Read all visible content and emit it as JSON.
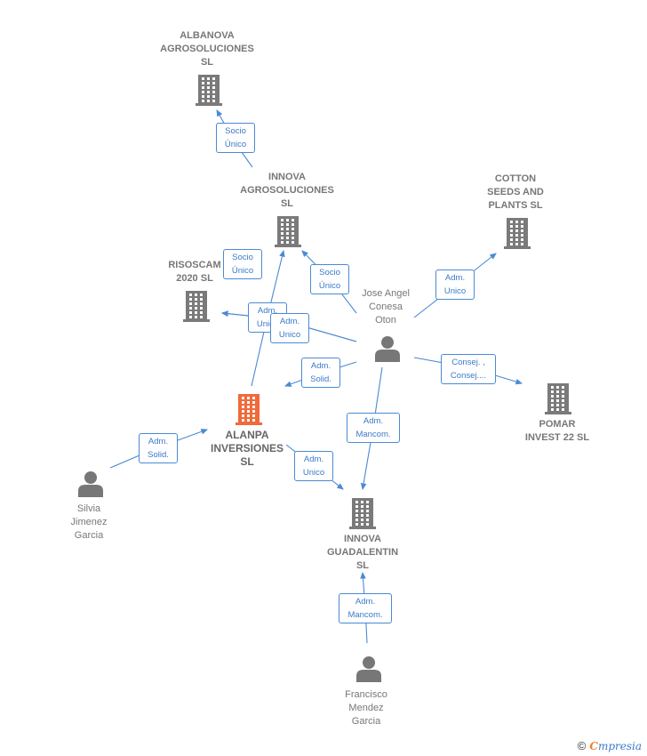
{
  "colors": {
    "edge": "#4a8ad4",
    "building": "#7a7a7a",
    "main_building": "#f06a3a",
    "person": "#777777",
    "brand_orange": "#f07c28"
  },
  "nodes": {
    "albanova": {
      "label": "ALBANOVA\nAGROSOLUCIONES\nSL",
      "icon": "building-icon"
    },
    "innova_agro": {
      "label": "INNOVA\nAGROSOLUCIONES\nSL",
      "icon": "building-icon"
    },
    "cotton": {
      "label": "COTTON\nSEEDS AND\nPLANTS  SL",
      "icon": "building-icon"
    },
    "risoscam": {
      "label": "RISOSCAM\n2020  SL",
      "icon": "building-icon"
    },
    "jose": {
      "label": "Jose Angel\nConesa\nOton",
      "icon": "person-icon"
    },
    "alanpa": {
      "label": "ALANPA\nINVERSIONES\nSL",
      "icon": "building-icon"
    },
    "pomar": {
      "label": "POMAR\nINVEST 22  SL",
      "icon": "building-icon"
    },
    "silvia": {
      "label": "Silvia\nJimenez\nGarcia",
      "icon": "person-icon"
    },
    "innova_guad": {
      "label": "INNOVA\nGUADALENTIN\nSL",
      "icon": "building-icon"
    },
    "francisco": {
      "label": "Francisco\nMendez\nGarcia",
      "icon": "person-icon"
    }
  },
  "edges": {
    "e1": {
      "label": "Socio\nÚnico"
    },
    "e2": {
      "label": "Socio\nÚnico"
    },
    "e3": {
      "label": "Socio\nÚnico"
    },
    "e4": {
      "label": "Adm.\nUnico"
    },
    "e5": {
      "label": "Adm.\nUnico"
    },
    "e6": {
      "label": "Adm.\nUnico"
    },
    "e7": {
      "label": "Adm.\nSolid."
    },
    "e8": {
      "label": "Consej. ,\nConsej...."
    },
    "e9": {
      "label": "Adm.\nMancom."
    },
    "e10": {
      "label": "Adm.\nSolid."
    },
    "e11": {
      "label": "Adm.\nUnico"
    },
    "e12": {
      "label": "Adm.\nMancom."
    }
  },
  "footer": {
    "copyright": "©",
    "brand_first": "C",
    "brand_rest": "mpresia"
  }
}
